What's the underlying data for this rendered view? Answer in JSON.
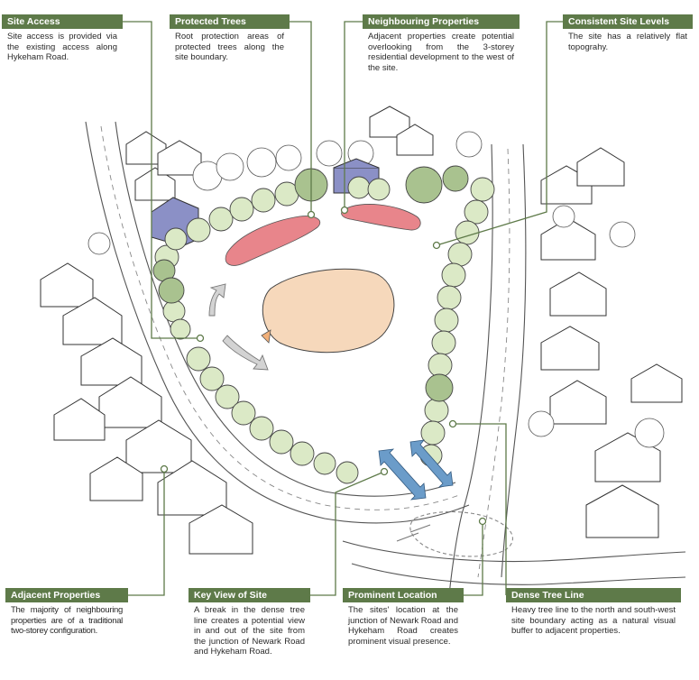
{
  "labels": {
    "site_access": {
      "title": "Site Access",
      "text": "Site access is provided via the existing access along Hykeham Road."
    },
    "protected_trees": {
      "title": "Protected Trees",
      "text": "Root protection areas of protected trees along the site boundary."
    },
    "neighbouring_properties": {
      "title": "Neighbouring Properties",
      "text": "Adjacent properties create potential overlooking from the 3-storey residential development to the west of the site."
    },
    "consistent_site_levels": {
      "title": "Consistent Site Levels",
      "text": "The site has a relatively flat topograhy."
    },
    "adjacent_properties": {
      "title": "Adjacent Properties",
      "text": "The majority of neighbouring properties are of a traditional two-storey configuration."
    },
    "key_view_of_site": {
      "title": "Key View of Site",
      "text": "A break in the dense tree line creates a potential view in and out of the site from the junction of Newark Road and Hykeham Road."
    },
    "prominent_location": {
      "title": "Prominent Location",
      "text": "The sites' location at the junction of Newark Road and Hykeham Road creates prominent visual presence."
    },
    "dense_tree_line": {
      "title": "Dense Tree Line",
      "text": "Heavy tree line to the north and south-west site boundary acting as a natural visual buffer to adjacent properties."
    }
  },
  "colors": {
    "header_green": "#5e7a49",
    "leader_line": "#5e7a49",
    "tree_fill": "#dbe9c6",
    "tree_dark": "#a9c28f",
    "root_zone": "#e8858b",
    "building_blue": "#8b90c6",
    "flat_area": "#f6d8bb",
    "view_arrow": "#6b9cc9",
    "movement_arrow": "#b8b8b8",
    "access_marker": "#f1b07a"
  }
}
